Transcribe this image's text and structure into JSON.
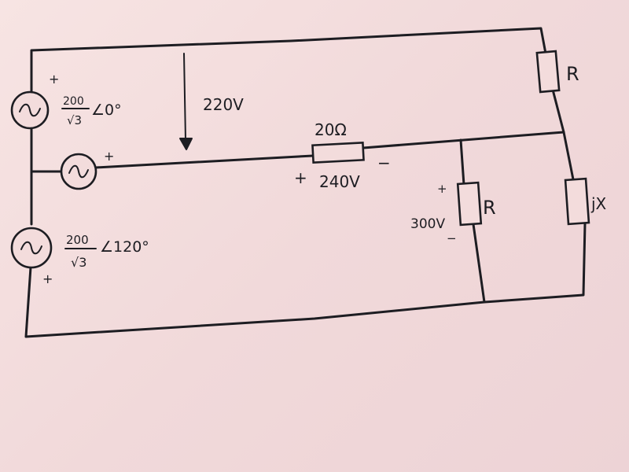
{
  "sources": {
    "top": {
      "numerator": "200",
      "denominator": "√3",
      "angle": "∠0°",
      "polarity": "+"
    },
    "middle": {
      "polarity": "+"
    },
    "bottom": {
      "numerator": "200",
      "denominator": "√3",
      "angle": "∠120°",
      "polarity": "+"
    }
  },
  "labels": {
    "voltage_arrow": "220V",
    "series_resistor": "20Ω",
    "series_voltage": "240V",
    "series_plus": "+",
    "series_minus": "−",
    "shunt_resistor": "R",
    "shunt_voltage": "300V",
    "shunt_plus": "+",
    "shunt_minus": "−",
    "right_resistor": "R",
    "reactance": "jX"
  }
}
